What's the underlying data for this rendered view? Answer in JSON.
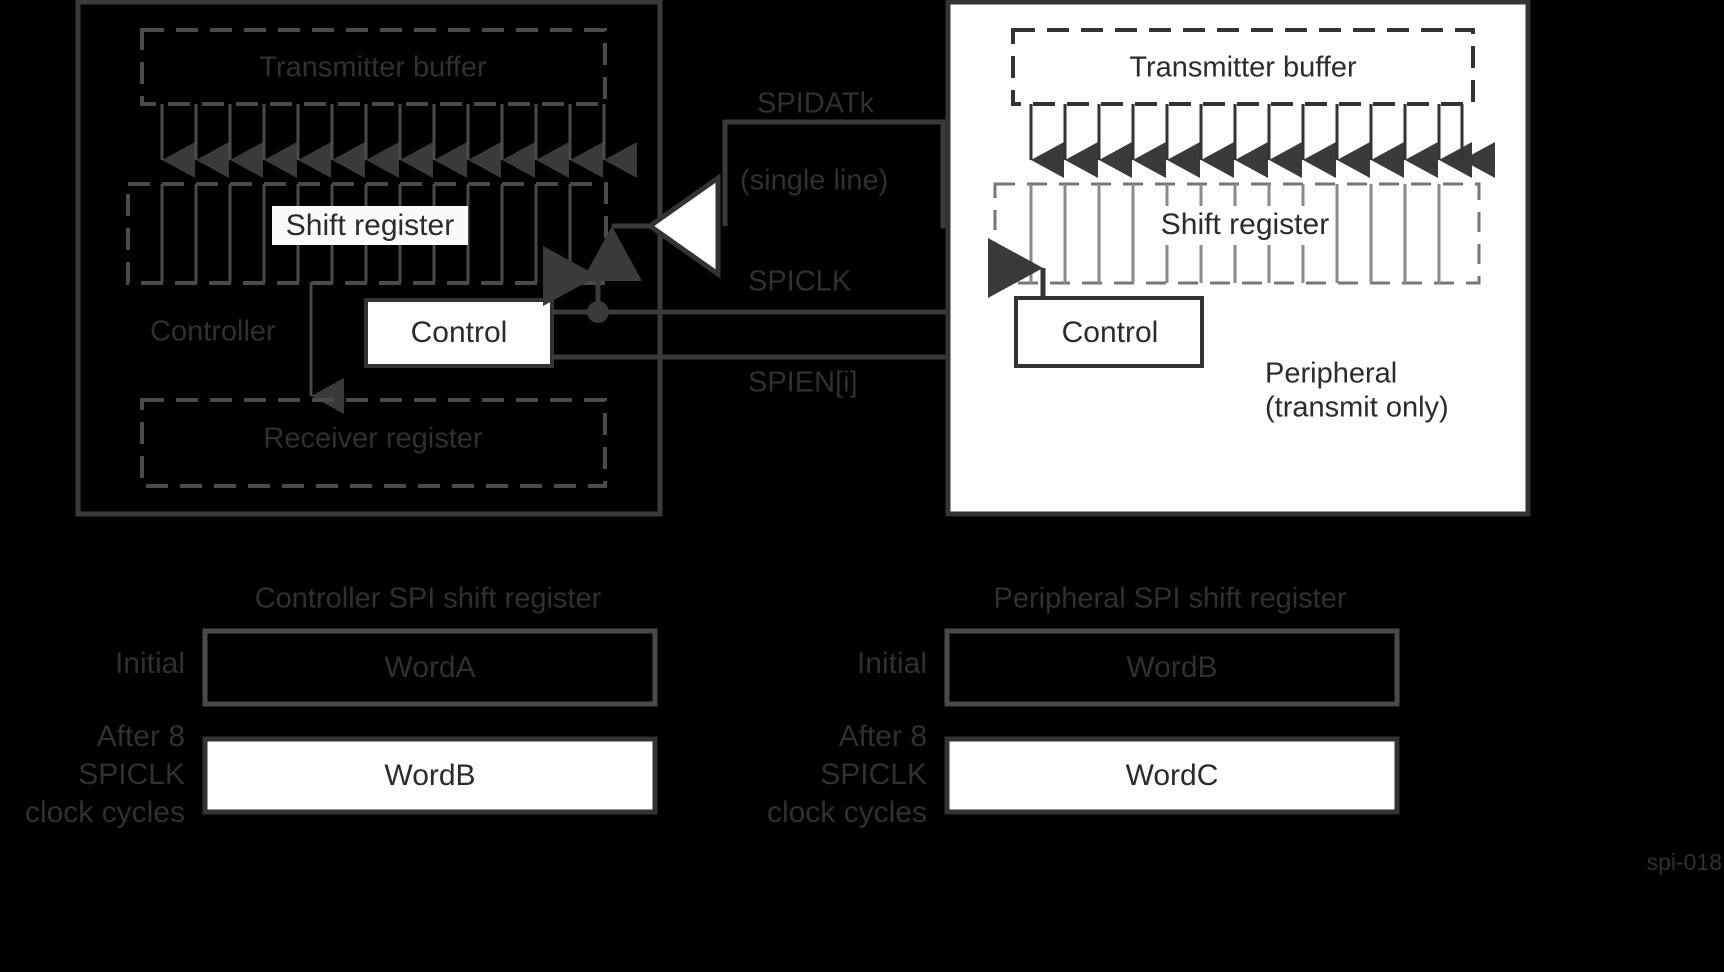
{
  "figure": {
    "id_label": "spi-018",
    "colors": {
      "background": "#000000",
      "panel_dark_fill": "#000000",
      "panel_light_fill": "#fdfdfd",
      "stroke_dark": "#333333",
      "stroke_dim": "#4a4a4a",
      "text_on_light": "#2b2b2b",
      "text_on_dark": "#303030"
    }
  },
  "controller_panel": {
    "name": "Controller",
    "transmitter_buffer": "Transmitter buffer",
    "shift_register": "Shift register",
    "control": "Control",
    "receiver_register": "Receiver register",
    "arrow_count": 14
  },
  "peripheral_panel": {
    "name_line1": "Peripheral",
    "name_line2": "(transmit only)",
    "transmitter_buffer": "Transmitter buffer",
    "shift_register": "Shift register",
    "control": "Control",
    "arrow_count": 14
  },
  "signals": {
    "data": "SPIDATk",
    "data_note": "(single line)",
    "clock": "SPICLK",
    "enable": "SPIEN[i]"
  },
  "tables": {
    "left": {
      "title": "Controller SPI shift register",
      "rows": [
        {
          "label": "Initial",
          "value": "WordA",
          "style": "dark"
        },
        {
          "label_lines": [
            "After 8",
            "SPICLK",
            "clock cycles"
          ],
          "value": "WordB",
          "style": "light"
        }
      ]
    },
    "right": {
      "title": "Peripheral SPI shift register",
      "rows": [
        {
          "label": "Initial",
          "value": "WordB",
          "style": "dark"
        },
        {
          "label_lines": [
            "After 8",
            "SPICLK",
            "clock cycles"
          ],
          "value": "WordC",
          "style": "light"
        }
      ]
    }
  }
}
